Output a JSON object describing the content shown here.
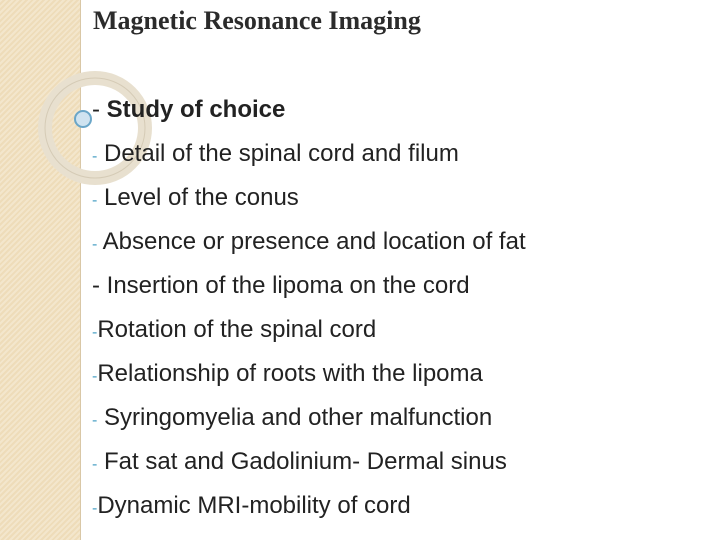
{
  "title": "Magnetic Resonance Imaging",
  "bullets": [
    {
      "dash": "-",
      "text": " Study of choice"
    },
    {
      "dash": "-",
      "text": " Detail of the spinal cord and filum"
    },
    {
      "dash": "-",
      "text": " Level of the conus"
    },
    {
      "dash": "-",
      "text": " Absence or presence and location of fat"
    },
    {
      "dash": "-",
      "text": " Insertion of the lipoma on the cord"
    },
    {
      "dash": "-",
      "text": "Rotation of the spinal cord"
    },
    {
      "dash": "-",
      "text": "Relationship of roots with the lipoma"
    },
    {
      "dash": "-",
      "text": " Syringomyelia and other malfunction"
    },
    {
      "dash": "-",
      "text": " Fat sat and Gadolinium- Dermal sinus"
    },
    {
      "dash": "-",
      "text": "Dynamic  MRI-mobility of cord"
    }
  ],
  "colors": {
    "band": "#f3e6cc",
    "accent": "#4aa0c4",
    "text": "#222222"
  },
  "icons": [
    "decorative-ring",
    "decorative-bullet-dot"
  ]
}
